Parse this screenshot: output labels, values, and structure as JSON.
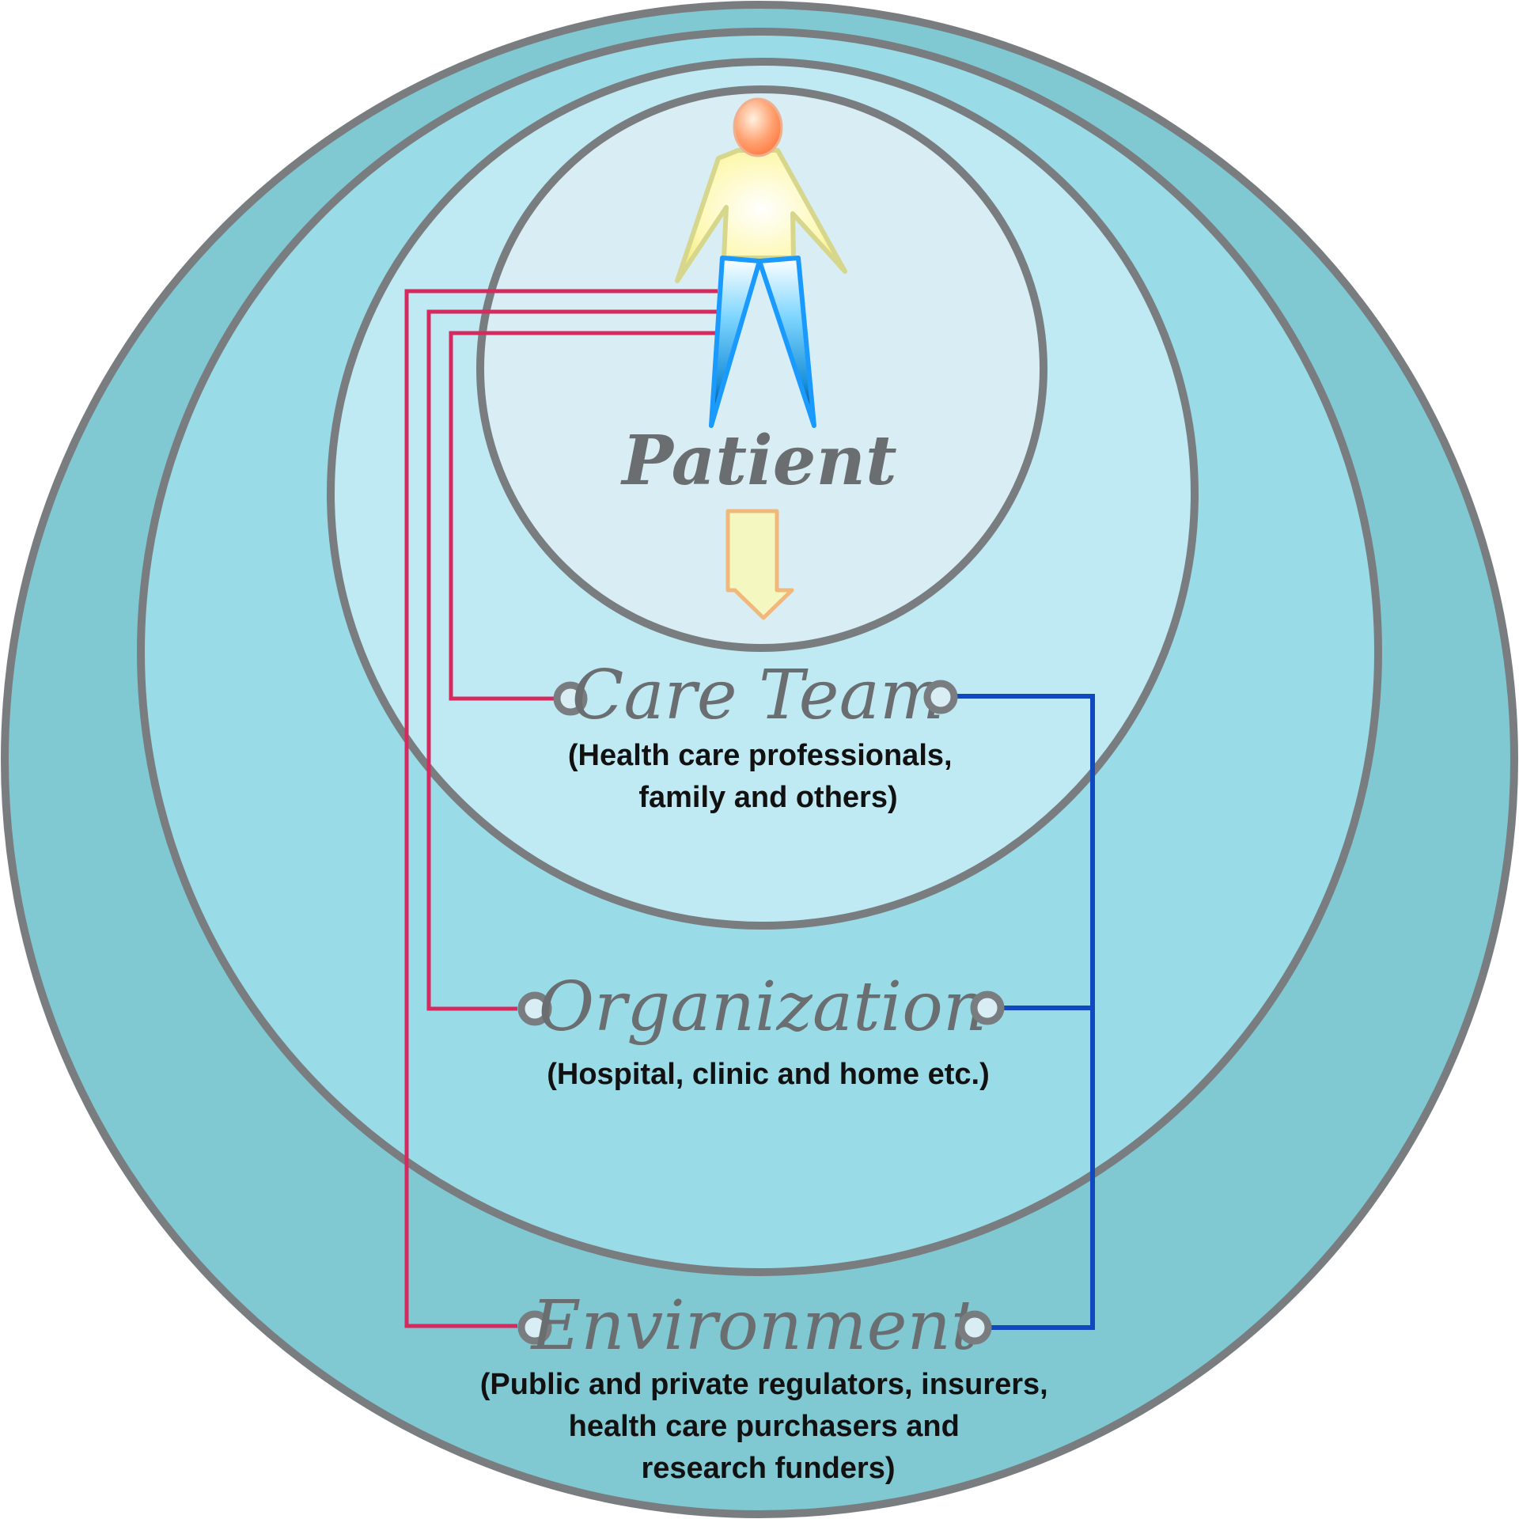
{
  "colors": {
    "ring_outer": "#80c8d2",
    "ring_organization": "#9adbe8",
    "ring_care_team": "#bfeaf4",
    "circle_patient": "#d8eef4",
    "ring_stroke": "#7a7d80",
    "left_connectors": "#d42a5e",
    "right_connectors": "#1048c0",
    "title_text": "#6b6e70",
    "desc_text": "#111111",
    "arrow_fill": "#f4f8c0",
    "arrow_stroke": "#f0b87a"
  },
  "patient": {
    "label": "Patient",
    "icon": "person-icon"
  },
  "arrow": {
    "icon": "down-arrow-icon"
  },
  "levels": {
    "care_team": {
      "title": "Care Team",
      "description": [
        "(Health care professionals,",
        "family and others)"
      ]
    },
    "organization": {
      "title": "Organization",
      "description": [
        "(Hospital, clinic and home etc.)"
      ]
    },
    "environment": {
      "title": "Environment",
      "description": [
        "(Public and private regulators, insurers,",
        "health care purchasers and",
        "research funders)"
      ]
    }
  }
}
